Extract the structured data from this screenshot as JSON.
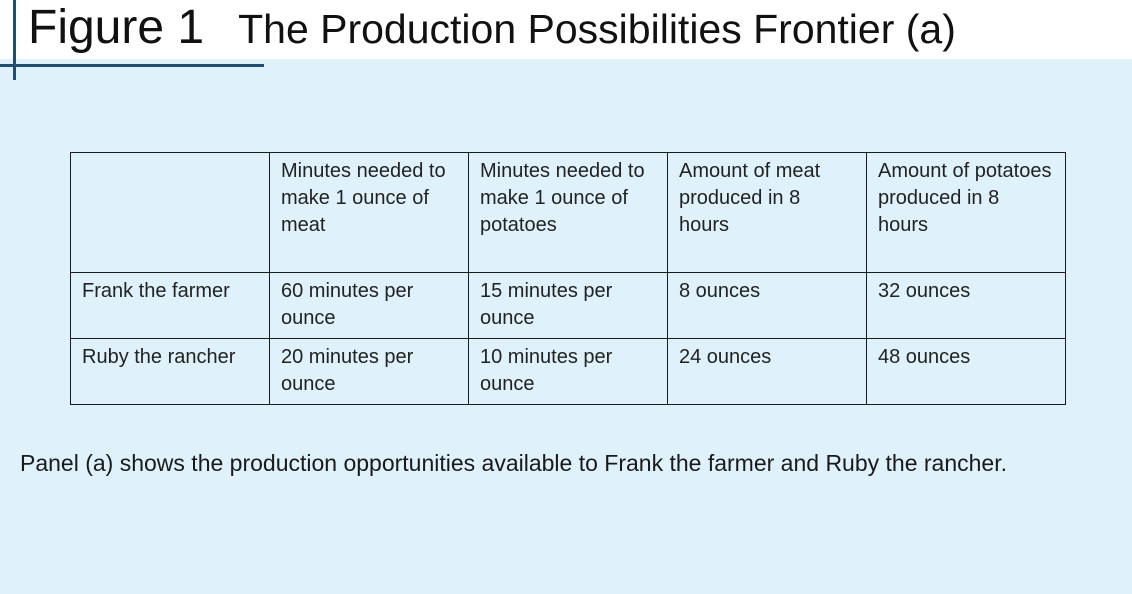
{
  "figure": {
    "label": "Figure 1",
    "title": "The Production Possibilities Frontier (a)"
  },
  "table": {
    "headers": [
      "",
      "Minutes needed to make 1 ounce of meat",
      "Minutes needed to make 1 ounce of potatoes",
      "Amount of meat produced in 8 hours",
      "Amount of potatoes produced in 8 hours"
    ],
    "rows": [
      [
        "Frank the farmer",
        "60 minutes per ounce",
        "15 minutes per ounce",
        "8 ounces",
        "32 ounces"
      ],
      [
        "Ruby the rancher",
        "20 minutes per ounce",
        "10 minutes per ounce",
        "24 ounces",
        "48 ounces"
      ]
    ]
  },
  "caption": "Panel (a) shows the production opportunities available to Frank the farmer and Ruby the rancher."
}
